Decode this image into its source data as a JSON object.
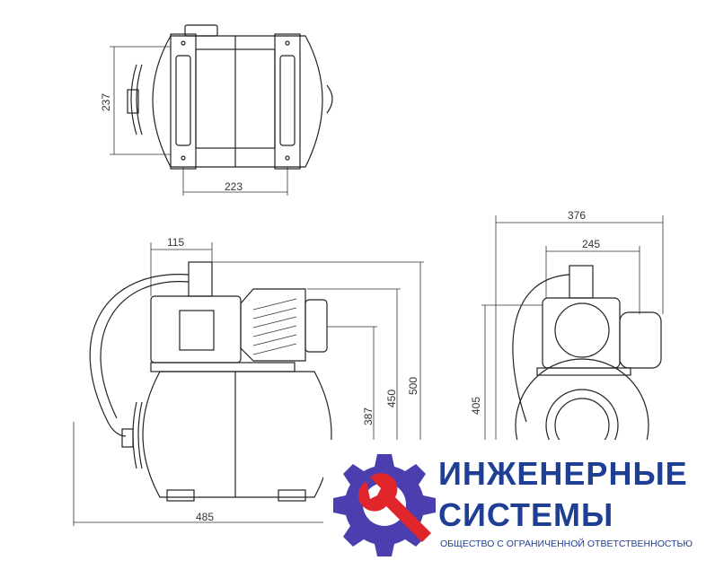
{
  "dimensions": {
    "top_height": "237",
    "top_width": "223",
    "front_top_offset": "115",
    "front_total_width": "485",
    "height_387": "387",
    "height_450": "450",
    "height_500": "500",
    "side_width_376": "376",
    "side_width_245": "245",
    "side_height_405": "405"
  },
  "logo": {
    "line1": "ИНЖЕНЕРНЫЕ",
    "line2": "СИСТЕМЫ",
    "subtitle": "ОБЩЕСТВО С ОГРАНИЧЕННОЙ ОТВЕТСТВЕННОСТЬЮ",
    "gear_color": "#4b3fb0",
    "wrench_color": "#e0262b",
    "text_color": "#1f3f94"
  }
}
